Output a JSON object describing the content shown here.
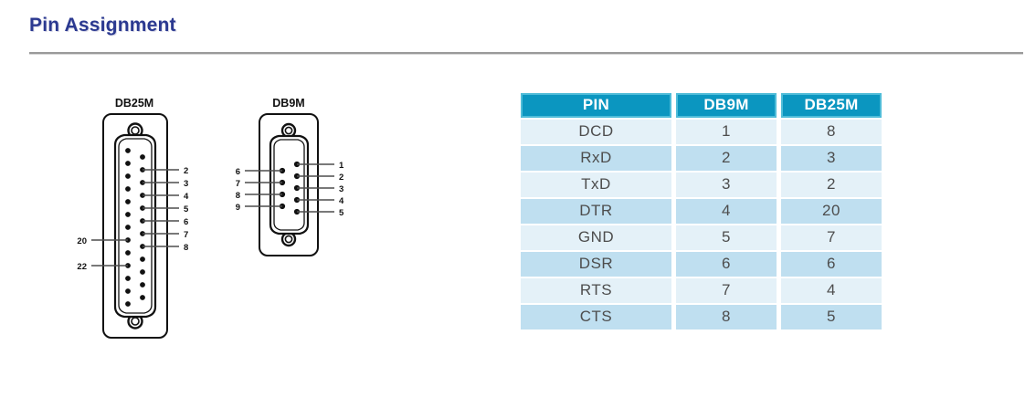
{
  "page": {
    "title": "Pin Assignment"
  },
  "diagrams": [
    {
      "name": "db25m-connector",
      "label": "DB25M",
      "type": "D-sub 25 pin male",
      "pin_count": 25,
      "left_column_pins": 13,
      "right_column_pins": 12,
      "callouts_right": [
        "2",
        "3",
        "4",
        "5",
        "6",
        "7",
        "8"
      ],
      "callouts_left": [
        "20",
        "22"
      ]
    },
    {
      "name": "db9m-connector",
      "label": "DB9M",
      "type": "D-sub 9 pin male",
      "pin_count": 9,
      "left_column_pins": 4,
      "right_column_pins": 5,
      "callouts_right": [
        "1",
        "2",
        "3",
        "4",
        "5"
      ],
      "callouts_left": [
        "6",
        "7",
        "8",
        "9"
      ]
    }
  ],
  "table": {
    "name": "pin-assignment-table",
    "headers": [
      "PIN",
      "DB9M",
      "DB25M"
    ],
    "rows": [
      {
        "signal": "DCD",
        "db9m": "1",
        "db25m": "8"
      },
      {
        "signal": "RxD",
        "db9m": "2",
        "db25m": "3"
      },
      {
        "signal": "TxD",
        "db9m": "3",
        "db25m": "2"
      },
      {
        "signal": "DTR",
        "db9m": "4",
        "db25m": "20"
      },
      {
        "signal": "GND",
        "db9m": "5",
        "db25m": "7"
      },
      {
        "signal": "DSR",
        "db9m": "6",
        "db25m": "6"
      },
      {
        "signal": "RTS",
        "db9m": "7",
        "db25m": "4"
      },
      {
        "signal": "CTS",
        "db9m": "8",
        "db25m": "5"
      }
    ]
  },
  "colors": {
    "title": "#2b3990",
    "header_bg": "#0b96c0",
    "row_odd": "#e4f1f8",
    "row_even": "#bfdff0",
    "rule": "#9a9a9a"
  }
}
